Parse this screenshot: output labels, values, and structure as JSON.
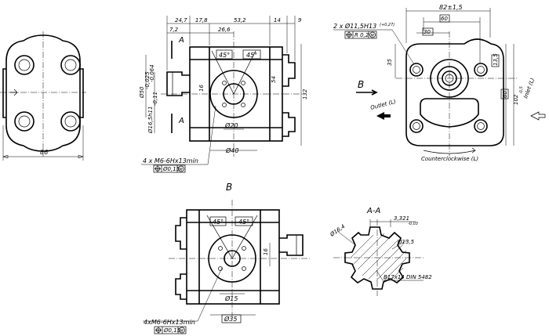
{
  "left_view": {
    "width": "86"
  },
  "front_view": {
    "top_dims": [
      "24,7",
      "17,8",
      "53,2",
      "14",
      "9"
    ],
    "sub_dims": [
      "7,2",
      "26,6"
    ],
    "section_label": "A",
    "angles": [
      "45°",
      "45°"
    ],
    "left_dims": [
      "Ø50",
      "-0,025",
      "-0,064",
      "Ø16,5h11",
      "-0,11"
    ],
    "hole_offset": "16",
    "height_dims": [
      "54",
      "132"
    ],
    "bore": "Ø20",
    "flange": "Ø40",
    "thread_note": "4 x M6-6Hx13min",
    "tolerance": "Ø0,15",
    "tol_mod": "M"
  },
  "right_view": {
    "top_dims": [
      "82±1,5",
      "60",
      "30"
    ],
    "hole_note": "2 x Ø11,5H13",
    "hole_tol": "(+0,27)",
    "position_tol": "R 0,2",
    "tol_mod": "M",
    "side_dims": [
      "35",
      "13,5",
      "60",
      "102"
    ],
    "side_tol": "-0,5",
    "view_label": "B",
    "outlet": "Outlet (L)",
    "inlet": "Inlet (L)",
    "rotation": "Counterclockwise (L)"
  },
  "view_b": {
    "label": "B",
    "angles": [
      "45°",
      "45°"
    ],
    "hole_offset": "16",
    "bore": "Ø15",
    "flange": "Ø35",
    "thread_note": "4xM6-6Hx13min",
    "tolerance": "Ø0,15",
    "tol_mod": "M"
  },
  "section_aa": {
    "title": "A-A",
    "dim_top": "3,321",
    "dim_top_tol": "-0,03",
    "outer": "Ø16,4",
    "inner": "Ø13,5",
    "spline_note": "B17x14 DIN 5482"
  }
}
